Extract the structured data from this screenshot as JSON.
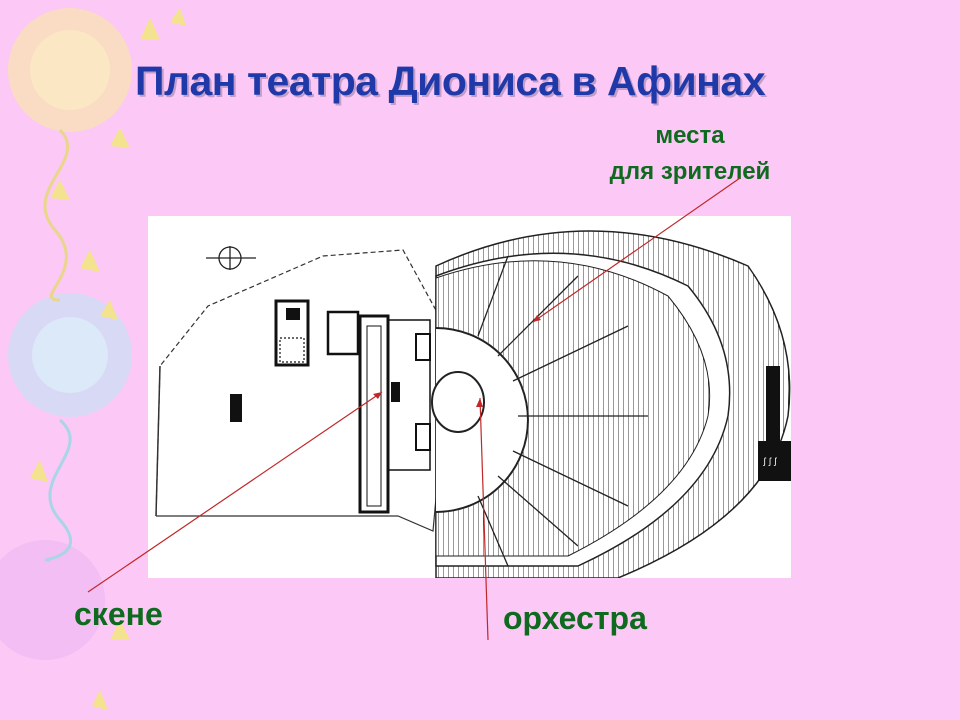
{
  "title": "План театра Диониса в Афинах",
  "labels": {
    "seats_line1": "места",
    "seats_line2": "для зрителей",
    "skene": "скене",
    "orchestra": "орхестра"
  },
  "colors": {
    "background": "#fcc8f5",
    "title": "#1f3aa8",
    "label": "#0e6a1e",
    "pointer": "#c0282a"
  }
}
